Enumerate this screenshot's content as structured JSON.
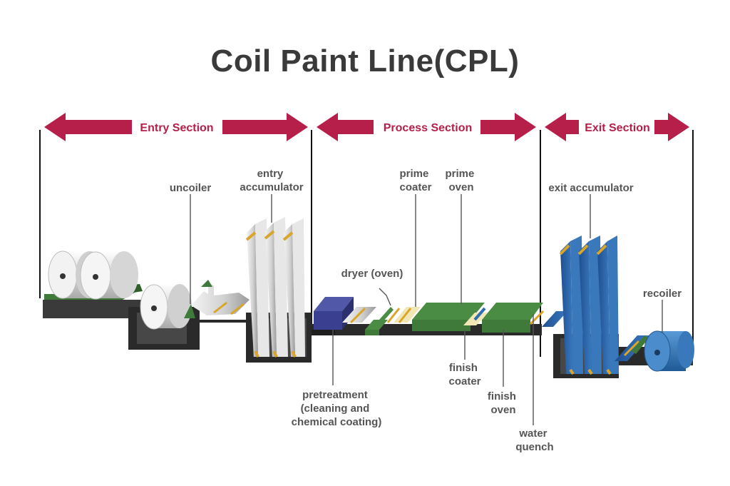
{
  "title": "Coil Paint Line(CPL)",
  "colors": {
    "arrow": "#b51f4a",
    "text_dark": "#3a3a3a",
    "text_label": "#555555",
    "base": "#2a2a2a",
    "green": "#3f7a3a",
    "navy": "#3a3f8f",
    "blue": "#2e6fb0",
    "silver": "#d6d6d6",
    "gold": "#d9a52a",
    "cream": "#f1e6b5"
  },
  "sections": [
    {
      "label": "Entry Section"
    },
    {
      "label": "Process Section"
    },
    {
      "label": "Exit Section"
    }
  ],
  "components": {
    "uncoiler": [
      "uncoiler"
    ],
    "entry_accumulator": [
      "entry",
      "accumulator"
    ],
    "prime_coater": [
      "prime",
      "coater"
    ],
    "prime_oven": [
      "prime",
      "oven"
    ],
    "exit_accumulator": [
      "exit accumulator"
    ],
    "dryer": [
      "dryer (oven)"
    ],
    "recoiler": [
      "recoiler"
    ],
    "pretreatment": [
      "pretreatment",
      "(cleaning and",
      "chemical coating)"
    ],
    "finish_coater": [
      "finish",
      "coater"
    ],
    "finish_oven": [
      "finish",
      "oven"
    ],
    "water_quench": [
      "water",
      "quench"
    ]
  }
}
